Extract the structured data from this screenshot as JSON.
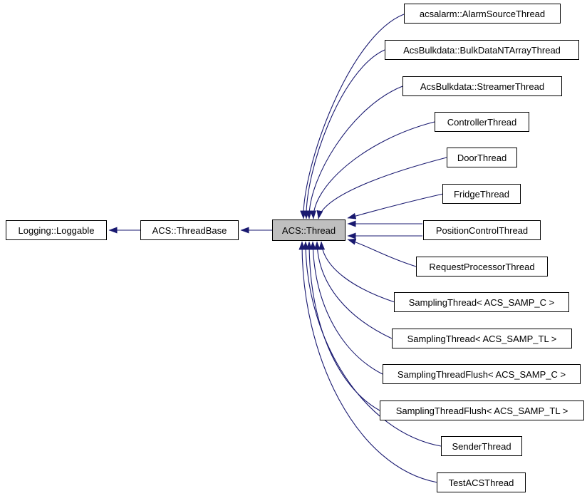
{
  "diagram": {
    "type": "class-inheritance-graph",
    "base_chain": [
      {
        "label": "Logging::Loggable"
      },
      {
        "label": "ACS::ThreadBase"
      },
      {
        "label": "ACS::Thread",
        "highlighted": true
      }
    ],
    "derived": [
      {
        "label": "acsalarm::AlarmSourceThread"
      },
      {
        "label": "AcsBulkdata::BulkDataNTArrayThread"
      },
      {
        "label": "AcsBulkdata::StreamerThread"
      },
      {
        "label": "ControllerThread"
      },
      {
        "label": "DoorThread"
      },
      {
        "label": "FridgeThread"
      },
      {
        "label": "PositionControlThread"
      },
      {
        "label": "RequestProcessorThread"
      },
      {
        "label": "SamplingThread< ACS_SAMP_C >"
      },
      {
        "label": "SamplingThread< ACS_SAMP_TL >"
      },
      {
        "label": "SamplingThreadFlush< ACS_SAMP_C >"
      },
      {
        "label": "SamplingThreadFlush< ACS_SAMP_TL >"
      },
      {
        "label": "SenderThread"
      },
      {
        "label": "TestACSThread"
      }
    ]
  },
  "colors": {
    "edge": "#191970",
    "node_border": "#000000",
    "node_fill": "#ffffff",
    "highlight_fill": "#bfbfbf",
    "text": "#000000",
    "background": "#ffffff"
  }
}
